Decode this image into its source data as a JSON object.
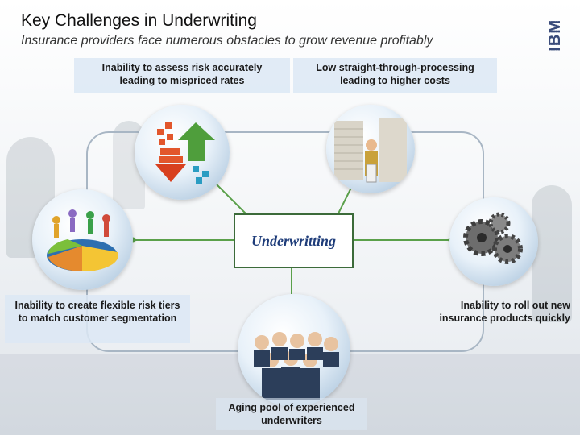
{
  "header": {
    "title": "Key Challenges in Underwriting",
    "subtitle": "Insurance providers face numerous obstacles to grow revenue profitably",
    "logo": "IBM"
  },
  "center": {
    "label": "Underwritting"
  },
  "challenges": {
    "top_left": "Inability to assess risk accurately leading to mispriced rates",
    "top_right": "Low straight-through-processing leading to higher costs",
    "left": "Inability to create flexible risk tiers to match customer segmentation",
    "right": "Inability to roll out new insurance products quickly",
    "bottom": "Aging pool of experienced underwriters"
  },
  "icons": {
    "top_left": "risk-arrows-icon",
    "top_right": "paper-stacks-icon",
    "left": "pie-chart-people-icon",
    "right": "gears-icon",
    "bottom": "team-people-icon"
  },
  "colors": {
    "accent": "#1f3d7a",
    "connector": "#5aa04a",
    "label_bg": "#dce8f4"
  }
}
